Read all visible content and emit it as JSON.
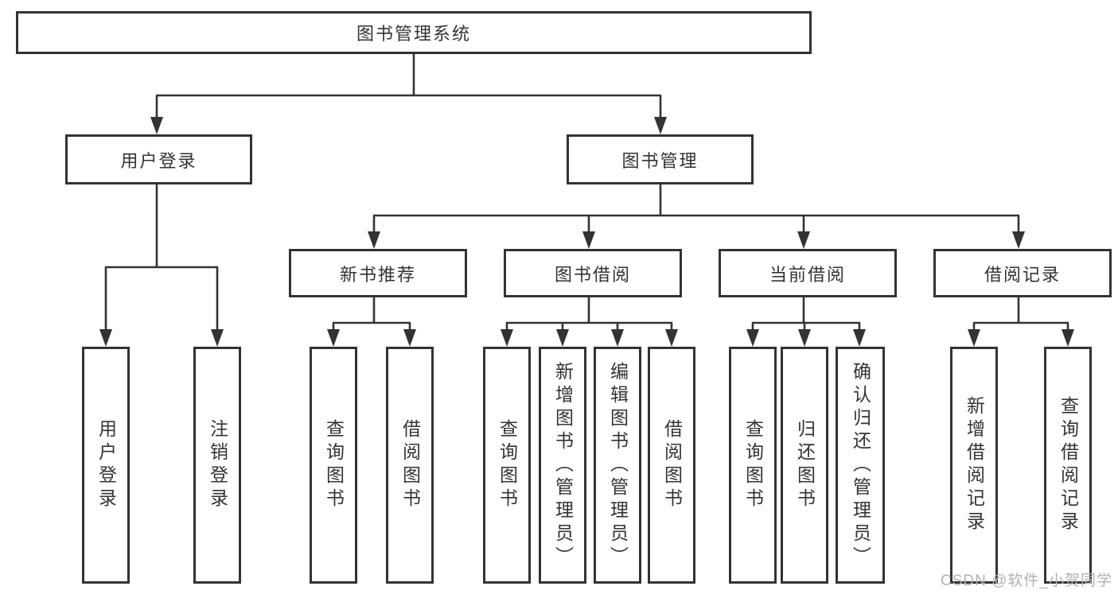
{
  "tree": {
    "root": {
      "label": "图书管理系统"
    },
    "login": {
      "label": "用户登录",
      "children": [
        {
          "label": "用户登录"
        },
        {
          "label": "注销登录"
        }
      ]
    },
    "management": {
      "label": "图书管理",
      "sections": [
        {
          "label": "新书推荐",
          "children": [
            {
              "label": "查询图书"
            },
            {
              "label": "借阅图书"
            }
          ]
        },
        {
          "label": "图书借阅",
          "children": [
            {
              "label": "查询图书"
            },
            {
              "label": "新增图书（管理员）"
            },
            {
              "label": "编辑图书（管理员）"
            },
            {
              "label": "借阅图书"
            }
          ]
        },
        {
          "label": "当前借阅",
          "children": [
            {
              "label": "查询图书"
            },
            {
              "label": "归还图书"
            },
            {
              "label": "确认归还（管理员）"
            }
          ]
        },
        {
          "label": "借阅记录",
          "children": [
            {
              "label": "新增借阅记录"
            },
            {
              "label": "查询借阅记录"
            }
          ]
        }
      ]
    }
  },
  "watermark": "CSDN @软件_小贺同学",
  "colors": {
    "line": "#333333",
    "box_border": "#333333",
    "text": "#333333",
    "background": "#ffffff",
    "watermark": "#b1b1b1"
  }
}
